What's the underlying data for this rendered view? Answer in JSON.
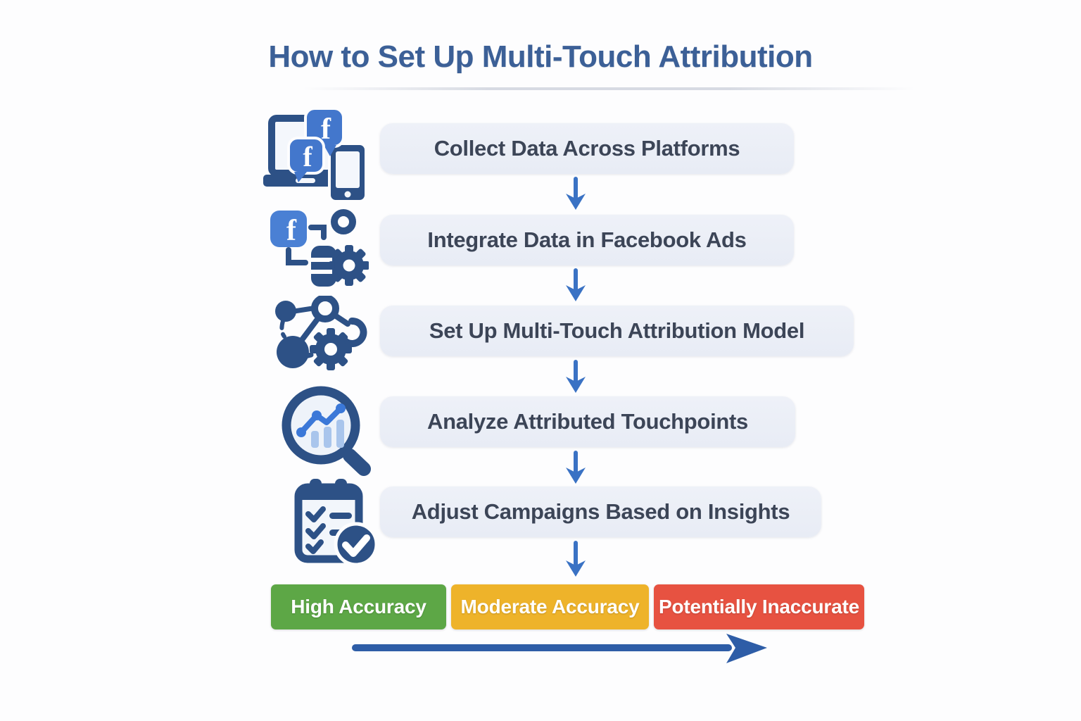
{
  "title": "How to Set Up Multi-Touch Attribution",
  "steps": [
    {
      "label": "Collect Data Across Platforms",
      "icon": "devices-facebook-icon"
    },
    {
      "label": "Integrate Data in Facebook Ads",
      "icon": "facebook-data-integration-icon"
    },
    {
      "label": "Set Up Multi-Touch Attribution Model",
      "icon": "attribution-network-gear-icon"
    },
    {
      "label": "Analyze Attributed Touchpoints",
      "icon": "magnifier-analytics-icon"
    },
    {
      "label": "Adjust Campaigns Based on Insights",
      "icon": "checklist-check-icon"
    }
  ],
  "accuracy_scale": [
    {
      "label": "High Accuracy",
      "color": "#5da746"
    },
    {
      "label": "Moderate Accuracy",
      "color": "#eeb32a"
    },
    {
      "label": "Potentially Inaccurate",
      "color": "#e75241"
    }
  ],
  "colors": {
    "title": "#3c6097",
    "step_box_bg": "#e9edf6",
    "step_text": "#3c4557",
    "flow_arrow": "#3a72c4",
    "scale_arrow": "#2e5da7",
    "icon_dark_blue": "#2d5186",
    "icon_facebook_blue": "#4377cc",
    "icon_light_blue": "#a9c5ec"
  }
}
